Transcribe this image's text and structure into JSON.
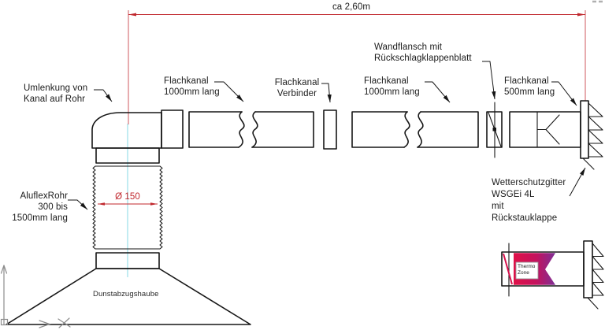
{
  "drawing": {
    "title_dimension": "ca 2,60m",
    "labels": {
      "umlenkung": "Umlenkung von\nKanal auf Rohr",
      "flachkanal_1": "Flachkanal\n1000mm lang",
      "verbinder": "Flachkanal\nVerbinder",
      "flachkanal_2": "Flachkanal\n1000mm lang",
      "wandflansch": "Wandflansch mit\nRückschlagklappenblatt",
      "flachkanal_3": "Flachkanal\n500mm lang",
      "aluflex": "AluflexRohr\n300 bis\n1500mm lang",
      "diameter": "Ø 150",
      "hood": "Dunstabzugshaube",
      "wetterschutzgitter": "Wetterschutzgitter\nWSGEi 4L\nmit\nRückstauklappe",
      "thermo_zone": "Thermo\nZone"
    },
    "colors": {
      "line_black": "#161616",
      "dimension_red": "#c0272d",
      "centerline_cyan": "#b3e7ee",
      "flap_red": "#d6114c",
      "thermo_gradient_start": "#e01148",
      "thermo_gradient_end": "#7d2f96",
      "ucs_gray": "#8d8d8d"
    }
  }
}
